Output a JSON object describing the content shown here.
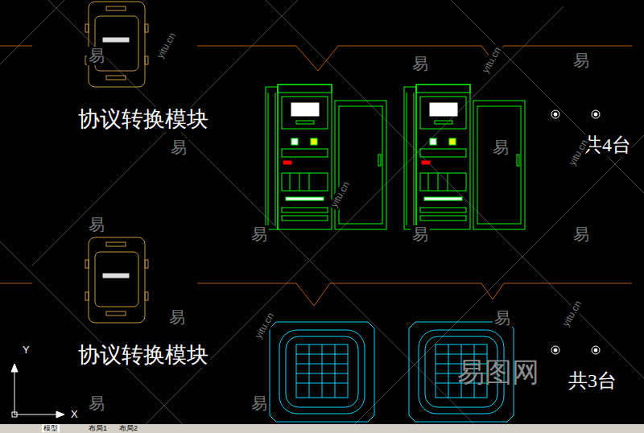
{
  "diagram": {
    "labels": [
      "协议转换模块",
      "协议转换模块",
      "共4台",
      "共3台",
      "Y",
      "X",
      "模型",
      "布局1",
      "布局2",
      "易",
      "易",
      "易",
      "易",
      "易",
      "易",
      "易",
      "易",
      "易",
      "易",
      "易",
      "易",
      "易",
      "yitu.cn",
      "yitu.cn",
      "yitu.cn",
      "yitu.cn",
      "yitu.cn",
      "yitu.cn",
      "易图网"
    ]
  }
}
